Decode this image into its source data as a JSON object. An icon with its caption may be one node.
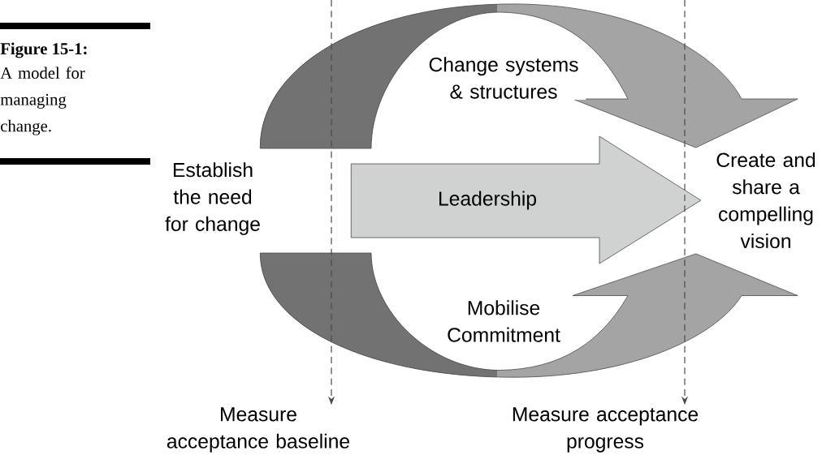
{
  "diagram": {
    "title": "Figure 15-1:",
    "caption": "A model for managing change.",
    "nodes": [
      {
        "text": [
          "Establish the need for change"
        ]
      },
      {
        "text": [
          "Create and share a compelling vision"
        ]
      },
      {
        "text": [
          "Measure acceptance baseline"
        ]
      },
      {
        "text": [
          "Measure acceptance progress"
        ]
      }
    ],
    "edges": [
      {
        "from": 0,
        "to": 1,
        "arrow": "to",
        "label": "Change systems & structures"
      },
      {
        "from": 0,
        "to": 1,
        "arrow": "to",
        "label": "Leadership"
      },
      {
        "from": 0,
        "to": 1,
        "arrow": "to",
        "label": "Mobilise Commitment"
      },
      {
        "from": null,
        "to": 2,
        "arrow": "to",
        "style": "dashed"
      },
      {
        "from": null,
        "to": 3,
        "arrow": "to",
        "style": "dashed"
      }
    ]
  }
}
